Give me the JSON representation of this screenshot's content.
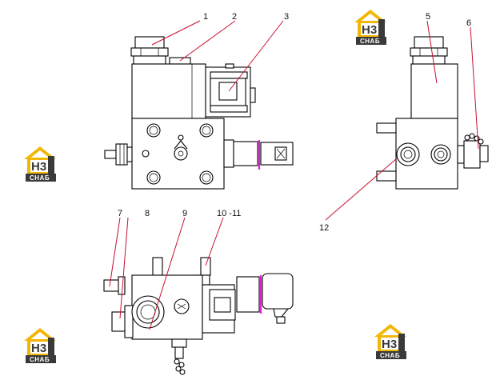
{
  "callouts": {
    "c1": "1",
    "c2": "2",
    "c3": "3",
    "c5": "5",
    "c6": "6",
    "c7": "7",
    "c8": "8",
    "c9": "9",
    "c10_11": "10 -11",
    "c12": "12"
  },
  "logo": {
    "letters": "H3",
    "caption": "СНАБ",
    "colors": {
      "roof": "#f2b705",
      "dark": "#3a3a3a",
      "accent": "#f2b705"
    }
  },
  "colors": {
    "leader": "#c8102e",
    "highlight_ring": "#e020d0",
    "line": "#000000"
  }
}
